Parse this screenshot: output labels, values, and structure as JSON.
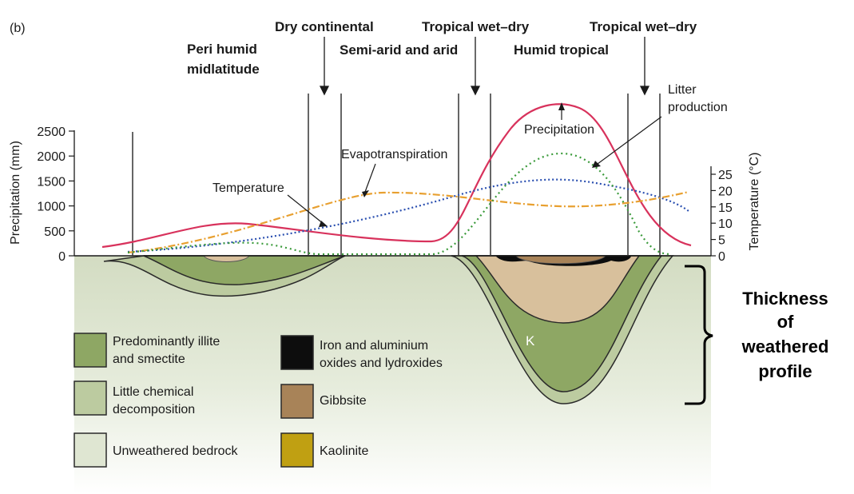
{
  "panel_label": "(b)",
  "zones": {
    "peri_humid_line1": "Peri humid",
    "peri_humid_line2": "midlatitude",
    "dry_continental": "Dry continental",
    "semi_arid": "Semi-arid and arid",
    "tropical_wet_dry_left": "Tropical wet–dry",
    "humid_tropical": "Humid tropical",
    "tropical_wet_dry_right": "Tropical wet–dry"
  },
  "axes": {
    "left_title": "Precipitation (mm)",
    "left_ticks": [
      "0",
      "500",
      "1000",
      "1500",
      "2000",
      "2500"
    ],
    "right_title": "Temperature (°C)",
    "right_ticks": [
      "0",
      "5",
      "10",
      "15",
      "20",
      "25"
    ]
  },
  "annotations": {
    "evapotranspiration": "Evapotranspiration",
    "temperature": "Temperature",
    "precipitation": "Precipitation",
    "litter_line1": "Litter",
    "litter_line2": "production"
  },
  "legend": {
    "illite_line1": "Predominantly illite",
    "illite_line2": "and smectite",
    "little_line1": "Little chemical",
    "little_line2": "decomposition",
    "unweathered": "Unweathered bedrock",
    "iron_line1": "Iron and aluminium",
    "iron_line2": "oxides and lydroxides",
    "gibbsite": "Gibbsite",
    "kaolinite": "Kaolinite"
  },
  "profile_marker": "K",
  "thickness": {
    "line1": "Thickness",
    "line2": "of",
    "line3": "weathered",
    "line4": "profile"
  },
  "colors": {
    "precipitation": "#d8325c",
    "temperature": "#2a4fb0",
    "evapotranspiration": "#e8a030",
    "litter": "#3a9a3a",
    "illite_smectite": "#8ea764",
    "little_decomposition": "#bccba0",
    "unweathered": "#dfe6d2",
    "iron_aluminium": "#0d0d0d",
    "gibbsite": "#a88358",
    "kaolinite": "#c0a012",
    "kaolinite_zone": "#d8c09c"
  }
}
